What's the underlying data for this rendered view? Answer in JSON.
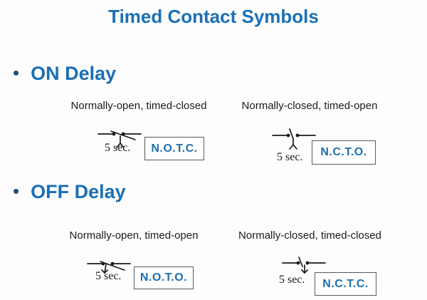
{
  "header": {
    "title": "Timed Contact Symbols"
  },
  "colors": {
    "title_blue": "#1b6fb5",
    "heading_blue": "#1b6fb5",
    "bullet_navy": "#1f4e79",
    "abbr_blue": "#1e6fae",
    "line_black": "#1a1a1a",
    "box_border_gray": "#5a5a5a"
  },
  "sections": [
    {
      "bullet": "•",
      "heading": "ON Delay",
      "items": [
        {
          "label": "Normally-open, timed-closed",
          "time": "5 sec.",
          "abbr": "N.O.T.C.",
          "symbol": "normally-open-timed-closed-contact"
        },
        {
          "label": "Normally-closed, timed-open",
          "time": "5 sec.",
          "abbr": "N.C.T.O.",
          "symbol": "normally-closed-timed-open-contact"
        }
      ]
    },
    {
      "bullet": "•",
      "heading": "OFF Delay",
      "items": [
        {
          "label": "Normally-open, timed-open",
          "time": "5 sec.",
          "abbr": "N.O.T.O.",
          "symbol": "normally-open-timed-open-contact"
        },
        {
          "label": "Normally-closed, timed-closed",
          "time": "5 sec.",
          "abbr": "N.C.T.C.",
          "symbol": "normally-closed-timed-closed-contact"
        }
      ]
    }
  ]
}
